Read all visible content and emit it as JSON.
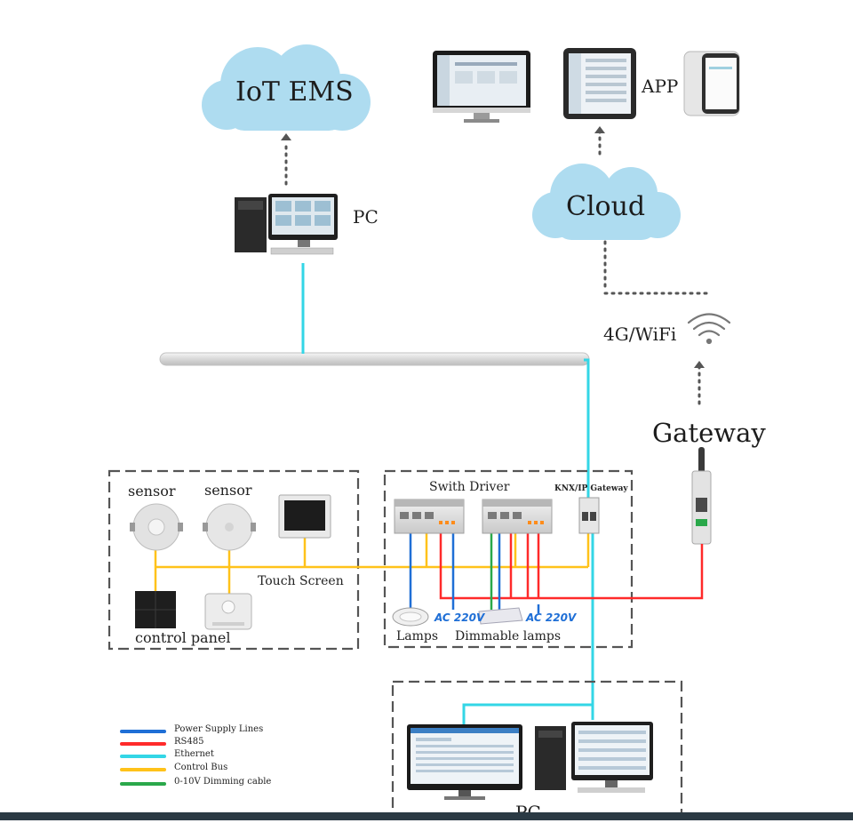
{
  "labels": {
    "iot_ems": "IoT EMS",
    "app": "APP",
    "pc_top": "PC",
    "cloud": "Cloud",
    "wifi": "4G/WiFi",
    "gateway": "Gateway",
    "sensor_1": "sensor",
    "sensor_2": "sensor",
    "touch_screen": "Touch Screen",
    "control_panel": "control panel",
    "switch_driver": "Swith Driver",
    "knx_gateway": "KNX/IP Gateway",
    "lamps": "Lamps",
    "dimmable_lamps": "Dimmable lamps",
    "ac_1": "AC 220V",
    "ac_2": "AC 220V",
    "pc_bottom": "PC"
  },
  "legend": [
    {
      "label": "Power Supply Lines",
      "color": "#1f6fd6"
    },
    {
      "label": "RS485",
      "color": "#ff2a2a"
    },
    {
      "label": "Ethernet",
      "color": "#33d6e6"
    },
    {
      "label": "Control Bus",
      "color": "#ffc21a"
    },
    {
      "label": "0-10V Dimming cable",
      "color": "#2aa84a"
    }
  ],
  "colors": {
    "power": "#1f6fd6",
    "rs485": "#ff2a2a",
    "ethernet": "#33d6e6",
    "control_bus": "#ffc21a",
    "dimming": "#2aa84a",
    "cloud": "#aedcf0"
  }
}
